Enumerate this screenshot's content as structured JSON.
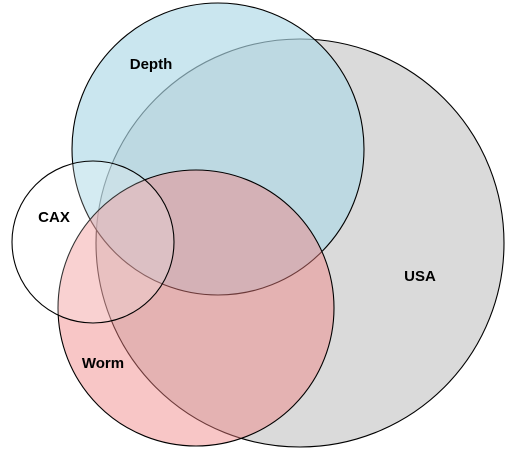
{
  "diagram": {
    "type": "euler",
    "sets": [
      {
        "id": "usa",
        "label": "USA",
        "color": "#d3d3d3"
      },
      {
        "id": "depth",
        "label": "Depth",
        "color": "#add8e6"
      },
      {
        "id": "worm",
        "label": "Worm",
        "color": "#f08080"
      },
      {
        "id": "cax",
        "label": "CAX",
        "color": "#ffffff"
      }
    ],
    "outline_color": "#000000"
  }
}
